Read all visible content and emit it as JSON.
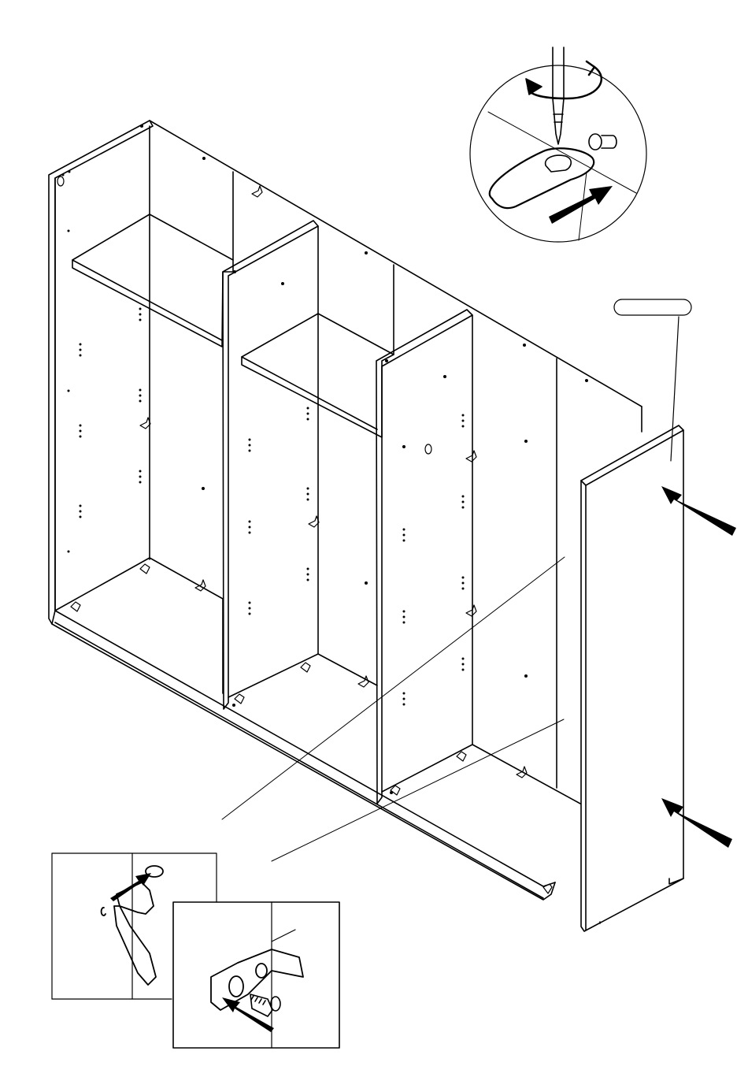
{
  "diagram": {
    "kind": "assembly-instruction-step",
    "part_label": "",
    "colors": {
      "line": "#000000",
      "background": "#ffffff",
      "arrow_fill": "#000000"
    },
    "callouts": [
      {
        "name": "detail-cam-lock",
        "icon": "screwdriver-icon"
      },
      {
        "name": "detail-connector-cap",
        "icon": "cap-icon"
      },
      {
        "name": "detail-connector-screw",
        "icon": "screw-icon"
      }
    ],
    "arrows": [
      {
        "name": "insert-side-panel-arrow-top"
      },
      {
        "name": "insert-side-panel-arrow-bottom"
      }
    ]
  }
}
